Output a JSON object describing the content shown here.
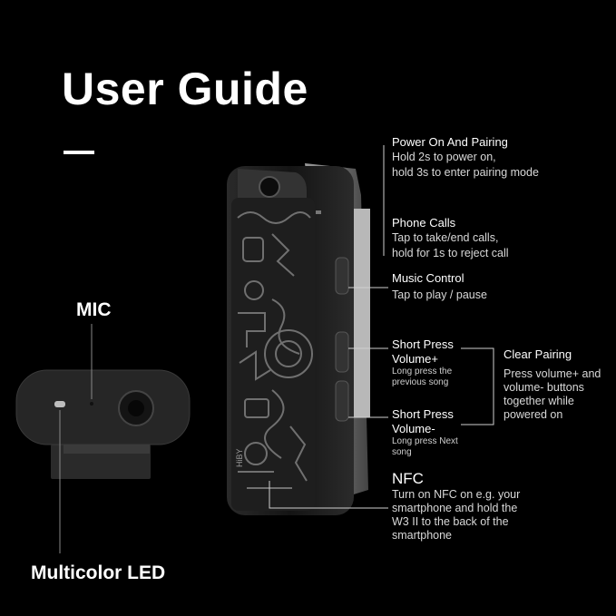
{
  "page": {
    "title": "User Guide",
    "mic_label": "MIC",
    "led_label": "Multicolor LED"
  },
  "callouts": {
    "power": {
      "heading": "Power On And Pairing",
      "line1": "Hold 2s to power on,",
      "line2": "hold 3s to enter pairing mode"
    },
    "calls": {
      "heading": "Phone Calls",
      "line1": "Tap to take/end calls,",
      "line2": "hold for 1s to reject call"
    },
    "music": {
      "heading": "Music Control",
      "line1": "Tap to play / pause"
    },
    "vol_up": {
      "heading1": "Short Press",
      "heading2": "Volume+",
      "line1": "Long press the",
      "line2": "previous song"
    },
    "vol_down": {
      "heading1": "Short Press",
      "heading2": "Volume-",
      "line1": "Long press Next",
      "line2": "song"
    },
    "clear": {
      "heading": "Clear Pairing",
      "line1": "Press volume+ and",
      "line2": "volume- buttons",
      "line3": "together while",
      "line4": "powered on"
    },
    "nfc": {
      "heading": "NFC",
      "line1": "Turn on NFC on e.g. your",
      "line2": "smartphone and hold the",
      "line3": "W3 II to the back of the",
      "line4": "smartphone"
    }
  },
  "device": {
    "brand_text": "HiBY"
  },
  "colors": {
    "background": "#000000",
    "text": "#ffffff",
    "device_body": "#1b1b1b"
  }
}
